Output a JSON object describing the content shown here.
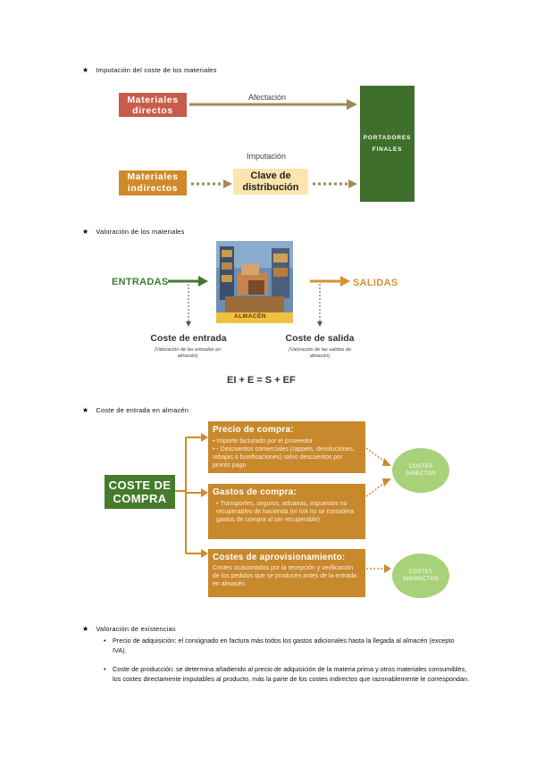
{
  "section1": {
    "heading": "Imputación del coste de los materiales",
    "materiales_directos": [
      "Materiales",
      "directos"
    ],
    "afectacion": "Afectación",
    "imputacion": "Imputación",
    "portadores": [
      "PORTADORES",
      "FINALES"
    ],
    "materiales_indirectos": [
      "Materiales",
      "indirectos"
    ],
    "clave": [
      "Clave de",
      "distribución"
    ]
  },
  "section2": {
    "heading": "Valoración de los materiales",
    "entradas": "ENTRADAS",
    "salidas": "SALIDAS",
    "almacen": "ALMACÉN",
    "coste_entrada": "Coste de entrada",
    "coste_entrada_sub": "(Valoración de las entradas en almacén)",
    "coste_salida": "Coste de salida",
    "coste_salida_sub": "(Valoración de las salidas de almacén)",
    "formula": "EI + E = S + EF"
  },
  "section3": {
    "heading": "Coste de entrada en almacén",
    "coste_compra": [
      "COSTE DE",
      "COMPRA"
    ],
    "precio_title": "Precio de compra:",
    "precio_items": [
      "Importe facturado por el proveedor",
      "- Descuentos comerciales (rappels, devoluciones, rebajas o bonificaciones) salvo descuentos por pronto pago"
    ],
    "gastos_title": "Gastos de compra:",
    "gastos_items": [
      "Transportes, seguros, aduanas, impuestos no recuperables de hacienda (el IVA no se considera gastos de compra al ser recuperable)"
    ],
    "aprov_title": "Costes de aprovisionamiento:",
    "aprov_text": "Costes ocasionados por la recepción y verificación de los pedidos que se producen antes de la entrada en almacén.",
    "costes_directos": [
      "COSTES",
      "DIRECTOS"
    ],
    "costes_indirectos": [
      "COSTES",
      "INDIRECTOS"
    ]
  },
  "section4": {
    "heading": "Valoración de existencias",
    "item1_label": "Precio de adquisición:",
    "item1_text": " el consignado en factura más todos los gastos adicionales hasta la llegada al almacén (excepto IVA).",
    "item2_label": "Coste de producción:",
    "item2_text": " se determina añadiendo al precio de adquisición de la materia prima y otros materiales consumibles, los costes directamente imputables al producto, más la parte de los costes indirectos que razonablemente le correspondan."
  },
  "colors": {
    "red": "#c85b4a",
    "orange": "#d08a2a",
    "cream": "#fbe5ad",
    "green": "#3f6f2c",
    "arrow": "#a08a5a",
    "light_green": "#a8d27a"
  }
}
